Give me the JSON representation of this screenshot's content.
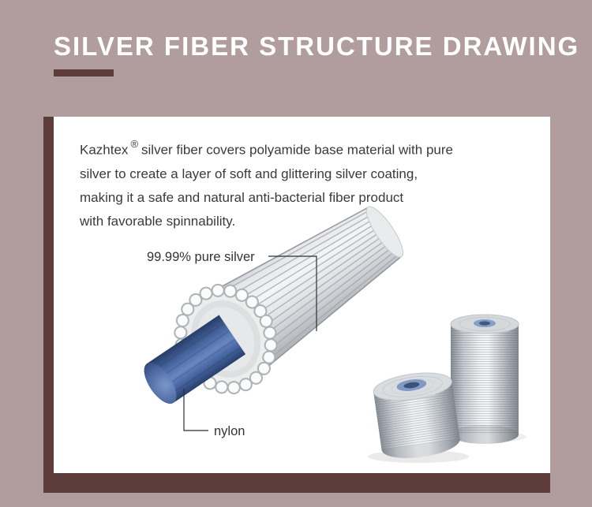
{
  "header": {
    "title": "SILVER FIBER STRUCTURE DRAWING"
  },
  "description": {
    "brand": "Kazhtex",
    "trademark": "®",
    "line1_after_brand": "silver fiber covers polyamide base material with pure",
    "line2": "silver to create a layer of soft and glittering silver coating,",
    "line3": "making it a safe and natural anti-bacterial fiber product",
    "line4": "with favorable spinnability."
  },
  "diagram": {
    "silver_label": "99.99% pure silver",
    "nylon_label": "nylon"
  },
  "colors": {
    "page_background": "#b19d9d",
    "frame": "#5e3c3c",
    "panel_background": "#ffffff",
    "title_text": "#ffffff",
    "body_text": "#3a3a3a",
    "nylon_core_blue": "#46639c",
    "silver_fiber": "#d9dbde"
  }
}
